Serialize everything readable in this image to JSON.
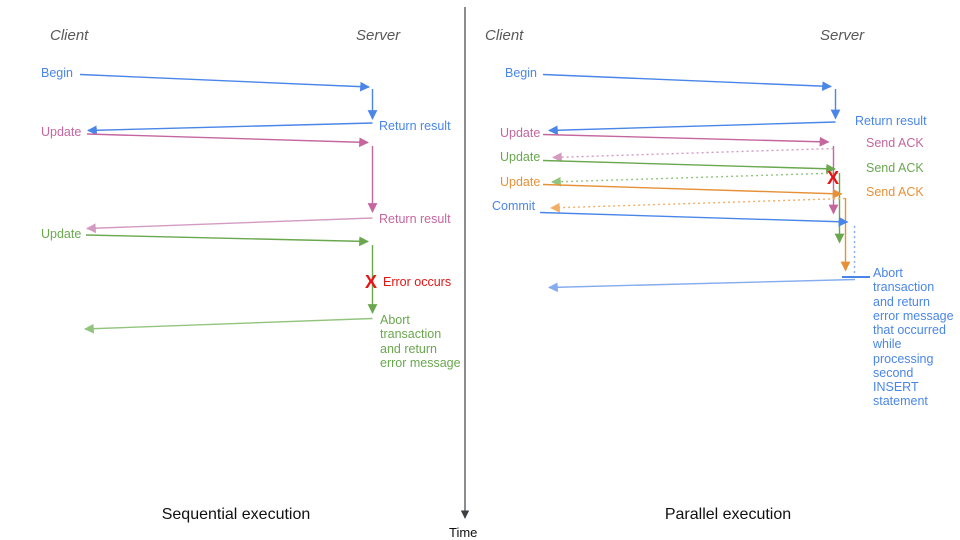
{
  "colors": {
    "blue": "#4a86e8",
    "blue_light": "#85acef",
    "pink": "#c5669f",
    "pink_light": "#d49bc2",
    "green": "#6aa84f",
    "green_light": "#93c47d",
    "orange": "#e69138",
    "orange_light": "#f3ae66",
    "red": "#e81313",
    "header_gray": "#595959",
    "axis_dark": "#3c4043",
    "title_black": "#111111"
  },
  "time_axis": {
    "label": "Time"
  },
  "left": {
    "title": "Sequential execution",
    "client_header": "Client",
    "server_header": "Server",
    "labels": {
      "begin": "Begin",
      "return_result_1": "Return result",
      "update_1": "Update",
      "return_result_2": "Return result",
      "update_2": "Update",
      "error_mark": "X",
      "error": "Error occurs",
      "abort_lines": [
        "Abort",
        "transaction",
        "and return",
        "error message"
      ]
    }
  },
  "right": {
    "title": "Parallel execution",
    "client_header": "Client",
    "server_header": "Server",
    "labels": {
      "begin": "Begin",
      "return_result": "Return result",
      "update_1": "Update",
      "send_ack_1": "Send ACK",
      "update_2": "Update",
      "send_ack_2": "Send ACK",
      "update_3": "Update",
      "send_ack_3": "Send ACK",
      "commit": "Commit",
      "error_mark": "X",
      "abort_lines": [
        "Abort",
        "transaction",
        "and return",
        "error message",
        "that occurred",
        "while",
        "processing",
        "second",
        "INSERT",
        "statement"
      ]
    }
  }
}
